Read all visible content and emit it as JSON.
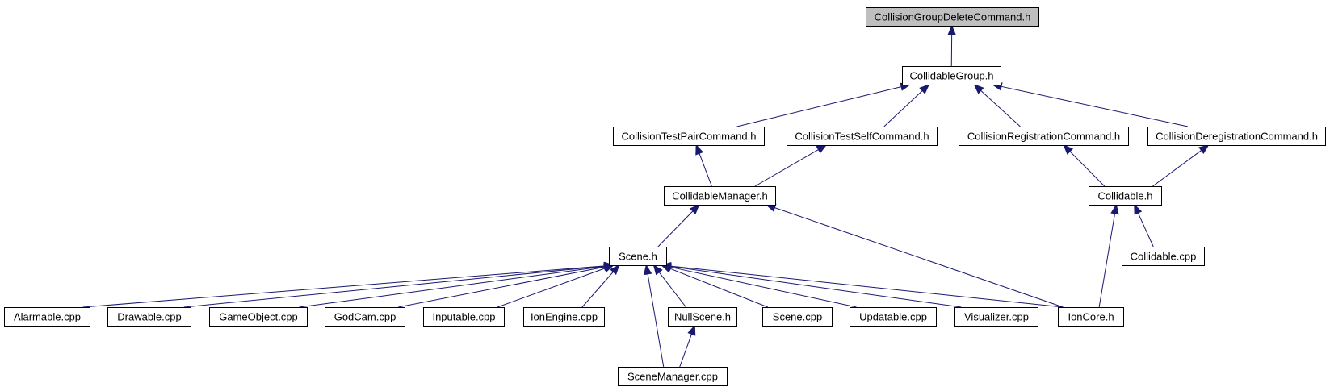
{
  "diagram": {
    "nodes": [
      {
        "id": "n0",
        "label": "CollisionGroupDeleteCommand.h",
        "root": true
      },
      {
        "id": "n1",
        "label": "CollidableGroup.h"
      },
      {
        "id": "n2",
        "label": "CollisionTestPairCommand.h"
      },
      {
        "id": "n3",
        "label": "CollisionTestSelfCommand.h"
      },
      {
        "id": "n4",
        "label": "CollisionRegistrationCommand.h"
      },
      {
        "id": "n5",
        "label": "CollisionDeregistrationCommand.h"
      },
      {
        "id": "n6",
        "label": "CollidableManager.h"
      },
      {
        "id": "n7",
        "label": "Collidable.h"
      },
      {
        "id": "n8",
        "label": "Scene.h"
      },
      {
        "id": "n9",
        "label": "Collidable.cpp"
      },
      {
        "id": "n10",
        "label": "Alarmable.cpp"
      },
      {
        "id": "n11",
        "label": "Drawable.cpp"
      },
      {
        "id": "n12",
        "label": "GameObject.cpp"
      },
      {
        "id": "n13",
        "label": "GodCam.cpp"
      },
      {
        "id": "n14",
        "label": "Inputable.cpp"
      },
      {
        "id": "n15",
        "label": "IonEngine.cpp"
      },
      {
        "id": "n16",
        "label": "NullScene.h"
      },
      {
        "id": "n17",
        "label": "Scene.cpp"
      },
      {
        "id": "n18",
        "label": "Updatable.cpp"
      },
      {
        "id": "n19",
        "label": "Visualizer.cpp"
      },
      {
        "id": "n20",
        "label": "IonCore.h"
      },
      {
        "id": "n21",
        "label": "SceneManager.cpp"
      }
    ],
    "edges": [
      {
        "from": "n1",
        "to": "n0"
      },
      {
        "from": "n2",
        "to": "n1"
      },
      {
        "from": "n3",
        "to": "n1"
      },
      {
        "from": "n4",
        "to": "n1"
      },
      {
        "from": "n5",
        "to": "n1"
      },
      {
        "from": "n6",
        "to": "n2"
      },
      {
        "from": "n6",
        "to": "n3"
      },
      {
        "from": "n7",
        "to": "n4"
      },
      {
        "from": "n7",
        "to": "n5"
      },
      {
        "from": "n8",
        "to": "n6"
      },
      {
        "from": "n20",
        "to": "n6"
      },
      {
        "from": "n9",
        "to": "n7"
      },
      {
        "from": "n20",
        "to": "n7"
      },
      {
        "from": "n10",
        "to": "n8"
      },
      {
        "from": "n11",
        "to": "n8"
      },
      {
        "from": "n12",
        "to": "n8"
      },
      {
        "from": "n13",
        "to": "n8"
      },
      {
        "from": "n14",
        "to": "n8"
      },
      {
        "from": "n15",
        "to": "n8"
      },
      {
        "from": "n16",
        "to": "n8"
      },
      {
        "from": "n17",
        "to": "n8"
      },
      {
        "from": "n18",
        "to": "n8"
      },
      {
        "from": "n19",
        "to": "n8"
      },
      {
        "from": "n20",
        "to": "n8"
      },
      {
        "from": "n21",
        "to": "n8"
      },
      {
        "from": "n21",
        "to": "n16"
      }
    ],
    "colors": {
      "edge": "#191970",
      "root_fill": "#bfbfbf",
      "node_fill": "#ffffff",
      "node_stroke": "#000000"
    }
  }
}
